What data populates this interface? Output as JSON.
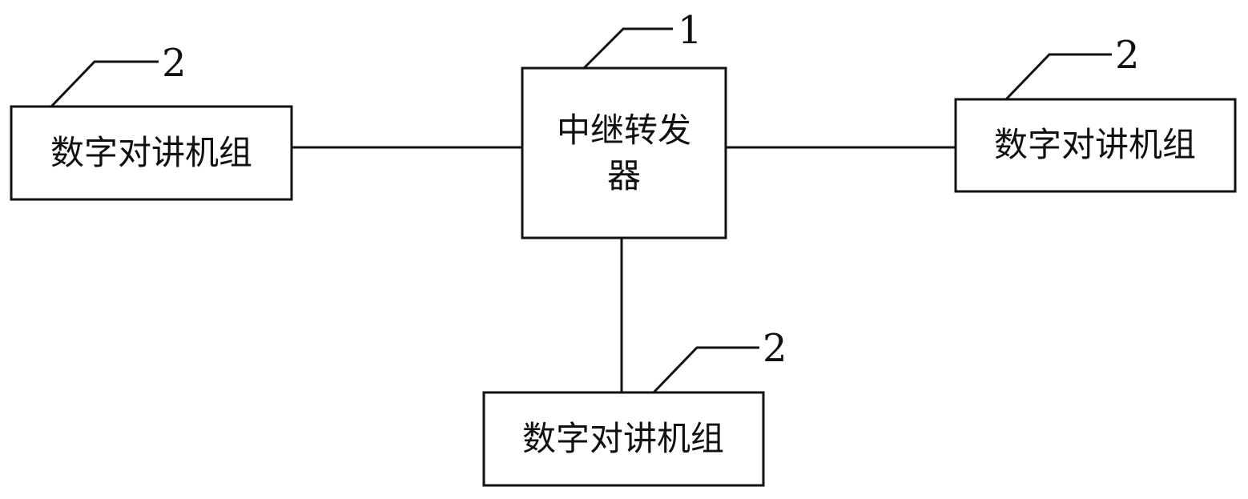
{
  "diagram": {
    "nodes": {
      "repeater": {
        "label_line1": "中继转发",
        "label_line2": "器",
        "ref": "1"
      },
      "left": {
        "label": "数字对讲机组",
        "ref": "2"
      },
      "right": {
        "label": "数字对讲机组",
        "ref": "2"
      },
      "bottom": {
        "label": "数字对讲机组",
        "ref": "2"
      }
    },
    "edges": [
      {
        "from": "left",
        "to": "repeater"
      },
      {
        "from": "repeater",
        "to": "right"
      },
      {
        "from": "repeater",
        "to": "bottom"
      }
    ]
  }
}
